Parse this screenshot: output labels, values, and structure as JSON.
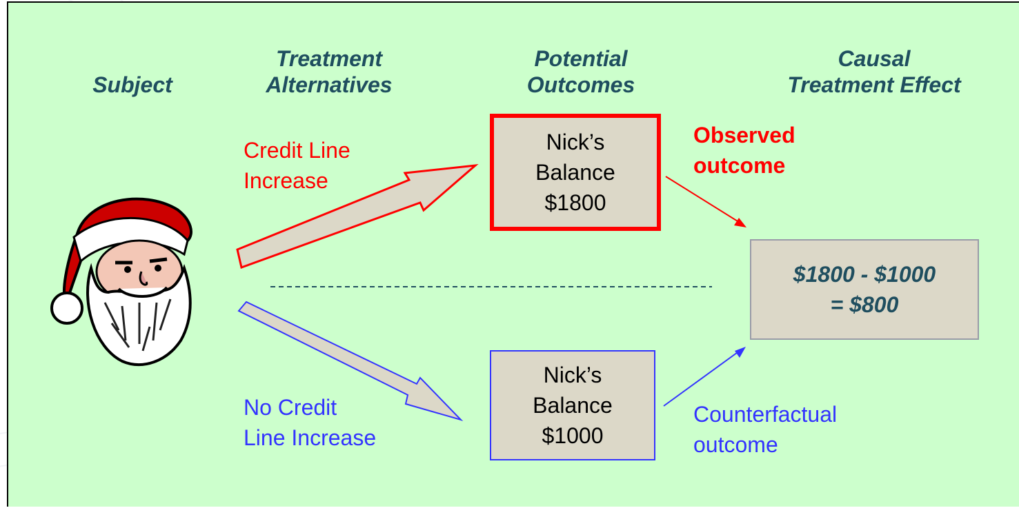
{
  "headers": {
    "subject": "Subject",
    "treatment_1": "Treatment",
    "treatment_2": "Alternatives",
    "potential_1": "Potential",
    "potential_2": "Outcomes",
    "causal_1": "Causal",
    "causal_2": "Treatment Effect"
  },
  "treatments": {
    "increase_1": "Credit Line",
    "increase_2": "Increase",
    "no_increase_1": "No Credit",
    "no_increase_2": "Line Increase"
  },
  "outcomes": {
    "observed": [
      "Nick’s",
      "Balance",
      "$1800"
    ],
    "counterfactual": [
      "Nick’s",
      "Balance",
      "$1000"
    ]
  },
  "labels": {
    "observed_1": "Observed",
    "observed_2": "outcome",
    "counterfactual_1": "Counterfactual",
    "counterfactual_2": "outcome"
  },
  "effect": {
    "line_1": "$1800 - $1000",
    "line_2": "= $800"
  },
  "colors": {
    "background": "#ccffcc",
    "header": "#1f4e5f",
    "observed": "#ff0000",
    "counterfactual": "#3333ff",
    "box_fill": "#dcd8c8"
  }
}
